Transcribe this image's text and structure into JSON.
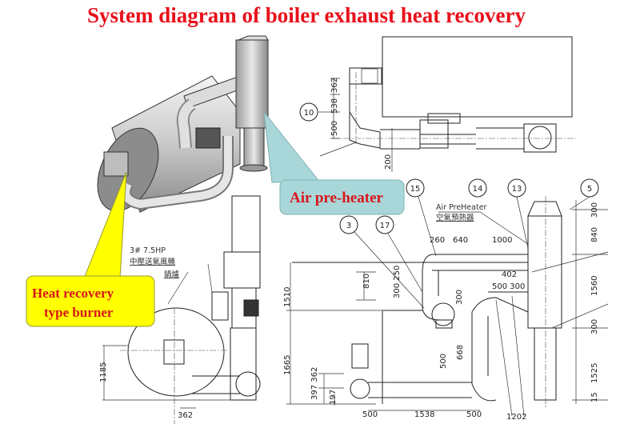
{
  "title": "System diagram of boiler exhaust heat recovery",
  "callouts": {
    "air_preheater": "Air pre-heater",
    "burner_line1": "Heat recovery",
    "burner_line2": "type burner",
    "air_preheater_color": "#a9d6d8",
    "burner_color": "#ffff00",
    "text_color": "#d8161c"
  },
  "annotations": {
    "fan_spec": "3# 7.5HP",
    "fan_cn": "中壓送氣風機",
    "boiler_cn": "鍋爐",
    "aph_en": "Air PreHeater",
    "aph_cn": "空氣預熱器"
  },
  "balloons": [
    "10",
    "15",
    "14",
    "13",
    "5",
    "3",
    "17"
  ],
  "dimensions": {
    "top_view": [
      "362",
      "538",
      "500",
      "200"
    ],
    "side_view": [
      "260",
      "640",
      "1000",
      "810",
      "300 250",
      "402",
      "500 300",
      "300",
      "1510",
      "1665",
      "397 362",
      "197",
      "668",
      "500",
      "500",
      "1538",
      "500",
      "1202",
      "300",
      "840",
      "1560",
      "300",
      "1525",
      "15"
    ],
    "front_view": [
      "1185",
      "362"
    ]
  }
}
